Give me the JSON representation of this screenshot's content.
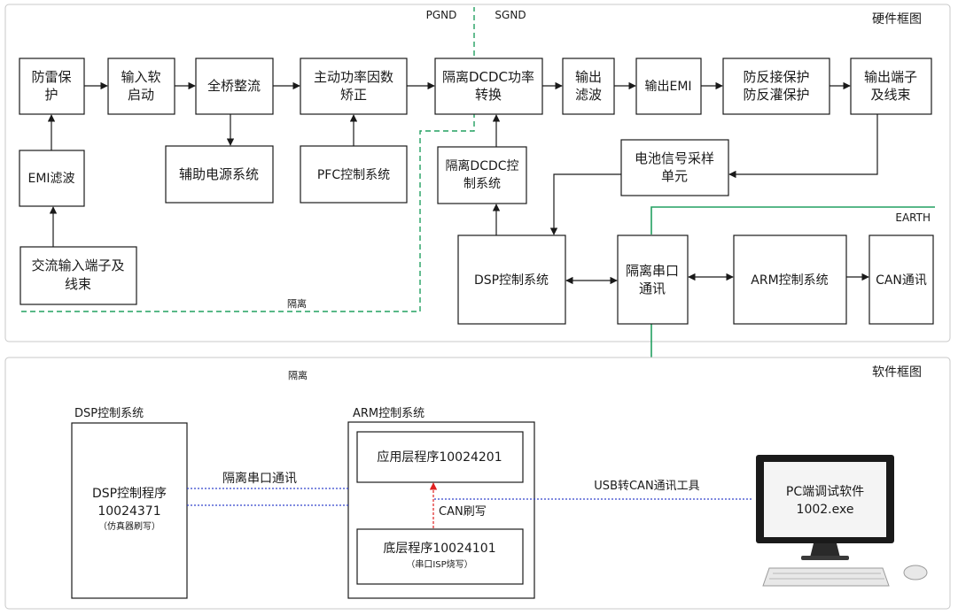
{
  "hardware": {
    "title": "硬件框图",
    "pgnd": "PGND",
    "sgnd": "SGND",
    "earth": "EARTH",
    "isolation": "隔离",
    "blocks": {
      "lightning": [
        "防雷保",
        "护"
      ],
      "input_soft": [
        "输入软",
        "启动"
      ],
      "full_bridge": [
        "全桥整流"
      ],
      "pfc": [
        "主动功率因数",
        "矫正"
      ],
      "dcdc_power": [
        "隔离DCDC功率",
        "转换"
      ],
      "output_filter": [
        "输出",
        "滤波"
      ],
      "output_emi": [
        "输出EMI"
      ],
      "reverse_protect": [
        "防反接保护",
        "防反灌保护"
      ],
      "output_terminal": [
        "输出端子",
        "及线束"
      ],
      "emi_filter": [
        "EMI滤波"
      ],
      "aux_power": [
        "辅助电源系统"
      ],
      "pfc_control": [
        "PFC控制系统"
      ],
      "dcdc_control": [
        "隔离DCDC控",
        "制系统"
      ],
      "battery_sampling": [
        "电池信号采样",
        "单元"
      ],
      "ac_input": [
        "交流输入端子及",
        "线束"
      ],
      "dsp_control": [
        "DSP控制系统"
      ],
      "isolated_serial": [
        "隔离串口",
        "通讯"
      ],
      "arm_control": [
        "ARM控制系统"
      ],
      "can_comm": [
        "CAN通讯"
      ]
    }
  },
  "software": {
    "title": "软件框图",
    "isolation": "隔离",
    "dsp_title": "DSP控制系统",
    "dsp_program": [
      "DSP控制程序",
      "10024371"
    ],
    "dsp_note": "（仿真器刷写）",
    "arm_title": "ARM控制系统",
    "app_program": "应用层程序10024201",
    "boot_program": "底层程序10024101",
    "boot_note": "（串口ISP烧写）",
    "can_flash": "CAN刷写",
    "serial_label": "隔离串口通讯",
    "usb_can_label": "USB转CAN通讯工具",
    "pc_software": [
      "PC端调试软件",
      "1002.exe"
    ]
  },
  "colors": {
    "isolation_green": "#22a060",
    "serial_blue": "#3344cc",
    "flash_red": "#e02020"
  }
}
